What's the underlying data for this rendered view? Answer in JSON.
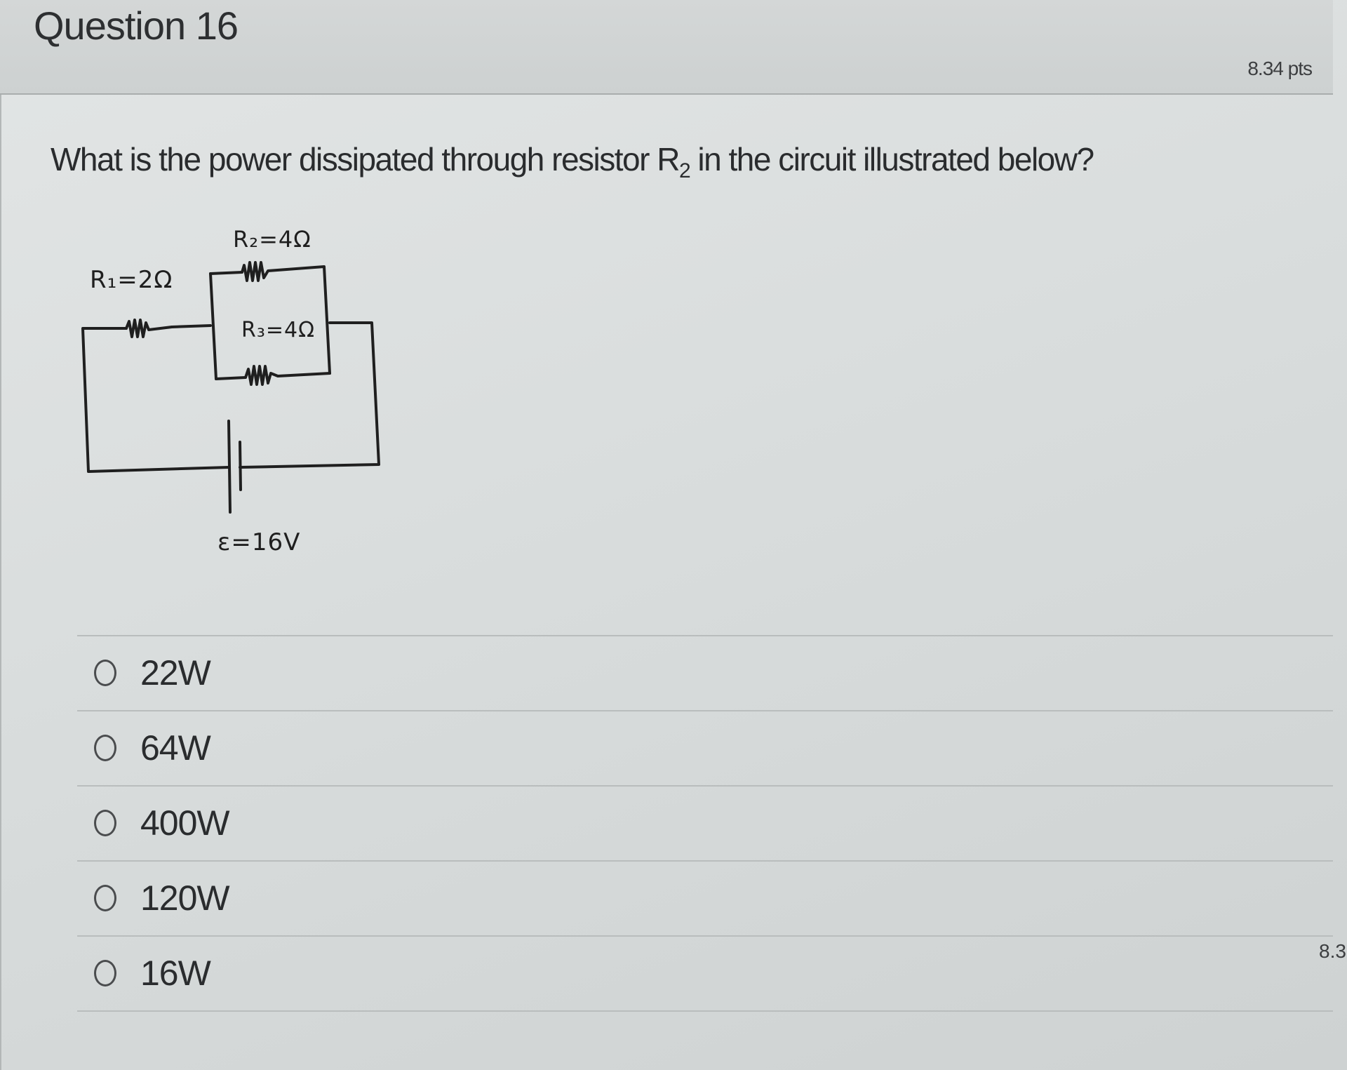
{
  "question": {
    "title": "Question 16",
    "points": "8.34 pts",
    "text_before_sub": "What is the power dissipated through resistor R",
    "text_sub": "2",
    "text_after_sub": " in the circuit illustrated below?"
  },
  "circuit": {
    "r1_label": "R₁=2Ω",
    "r2_label": "R₂=4Ω",
    "r3_label": "R₃=4Ω",
    "emf_label": "ε=16V",
    "ink_color": "#1f1f1f"
  },
  "answers": [
    {
      "label": "22W",
      "selected": false
    },
    {
      "label": "64W",
      "selected": false
    },
    {
      "label": "400W",
      "selected": false
    },
    {
      "label": "120W",
      "selected": false
    },
    {
      "label": "16W",
      "selected": false
    }
  ],
  "next_question_points_partial": "8.3"
}
